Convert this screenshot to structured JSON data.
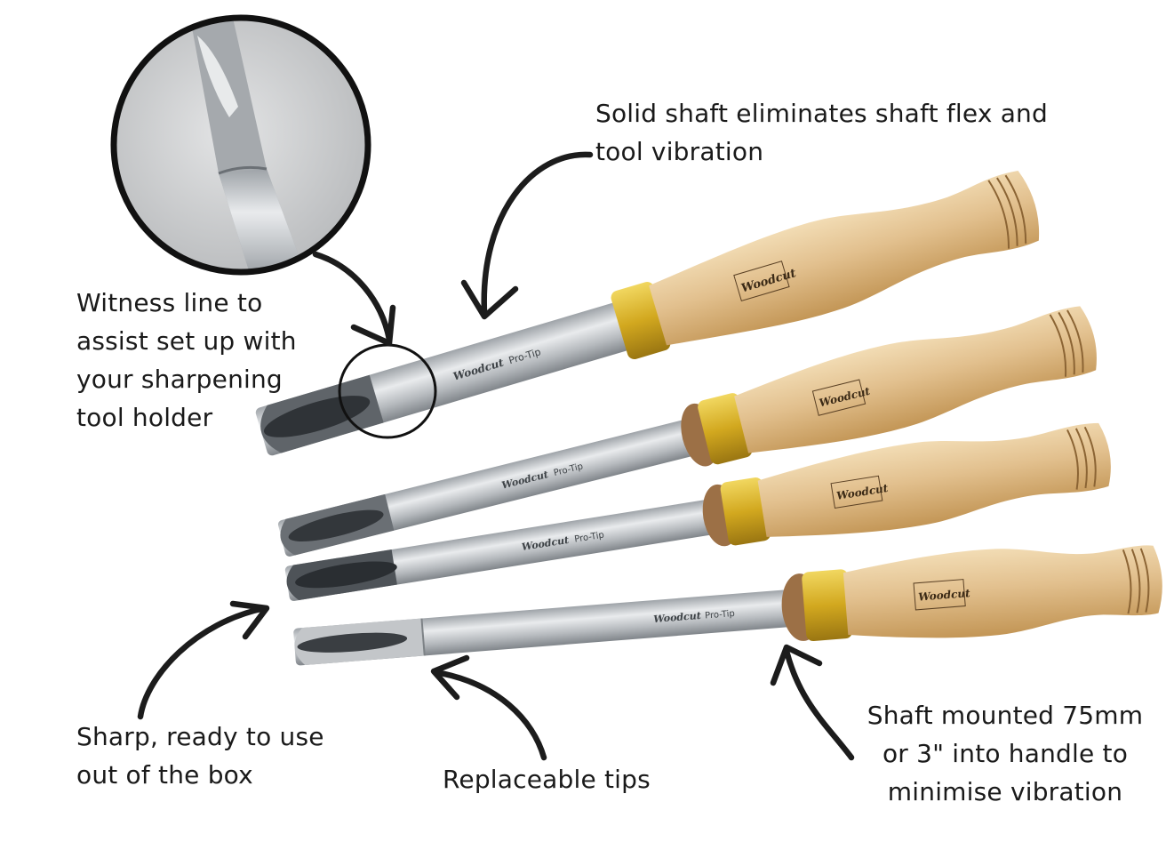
{
  "annotations": {
    "solid_shaft": "Solid shaft eliminates shaft flex and\ntool vibration",
    "witness_line": "Witness line to\nassist set up with\nyour sharpening\ntool holder",
    "sharp": "Sharp, ready to use\nout of the box",
    "tips": "Replaceable tips",
    "shaft_mounted": "Shaft mounted 75mm\nor 3\" into handle to\nminimise vibration"
  },
  "engraving": {
    "brand": "Woodcut",
    "model": "Pro-Tip"
  },
  "colors": {
    "wood": "#e2c08e",
    "wood_dark": "#c99c60",
    "brass": "#d8b228",
    "steel": "#b9bcbf",
    "steel_dark": "#5c6166",
    "arrow": "#1c1c1c"
  },
  "icons": {
    "arrow": "curved-arrow-icon",
    "detail": "magnifier-circle"
  }
}
